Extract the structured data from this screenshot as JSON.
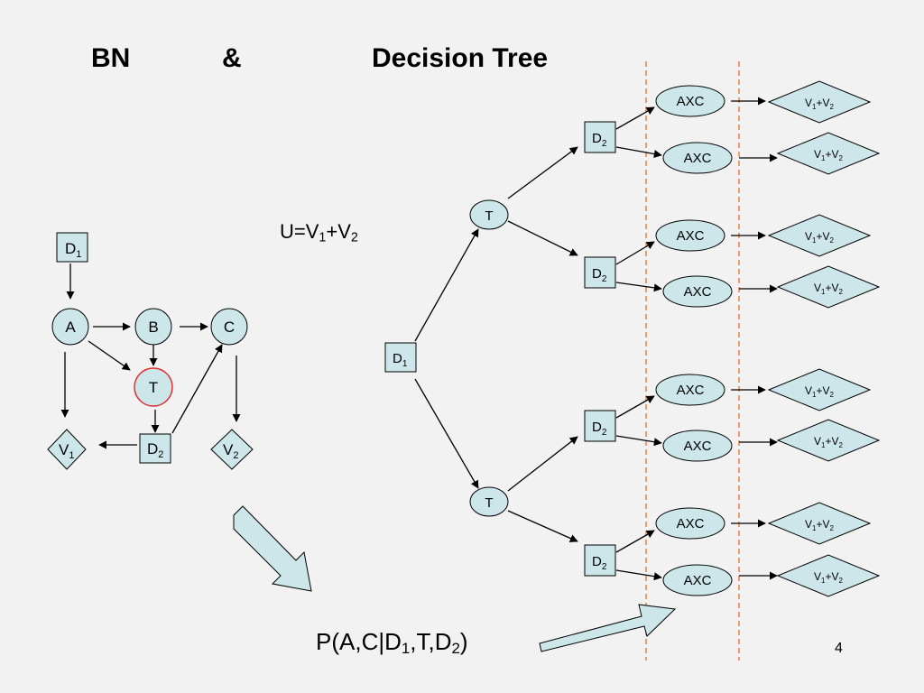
{
  "title": {
    "bn": "BN",
    "amp": "&",
    "tree": "Decision Tree"
  },
  "utility_formula": {
    "u_part": "U=V",
    "v1_sub": "1",
    "plus": "+V",
    "v2_sub": "2"
  },
  "prob_formula": {
    "prefix": "P(A,C|D",
    "d1_sub": "1",
    "middle": ",T,D",
    "d2_sub": "2",
    "suffix": ")"
  },
  "page_number": "4",
  "bn": {
    "d1": {
      "main": "D",
      "sub": "1"
    },
    "a": "A",
    "b": "B",
    "c": "C",
    "t": "T",
    "d2": {
      "main": "D",
      "sub": "2"
    },
    "v1": {
      "main": "V",
      "sub": "1"
    },
    "v2": {
      "main": "V",
      "sub": "2"
    }
  },
  "tree": {
    "root": {
      "main": "D",
      "sub": "1"
    },
    "t_label": "T",
    "d2": {
      "main": "D",
      "sub": "2"
    },
    "axc_label": "AXC",
    "value": {
      "v": "V",
      "s1": "1",
      "plus": "+V",
      "s2": "2"
    }
  },
  "colors": {
    "node_fill": "#cce6ea",
    "highlight_stroke": "#e03030",
    "dashed_line": "#f08040"
  }
}
